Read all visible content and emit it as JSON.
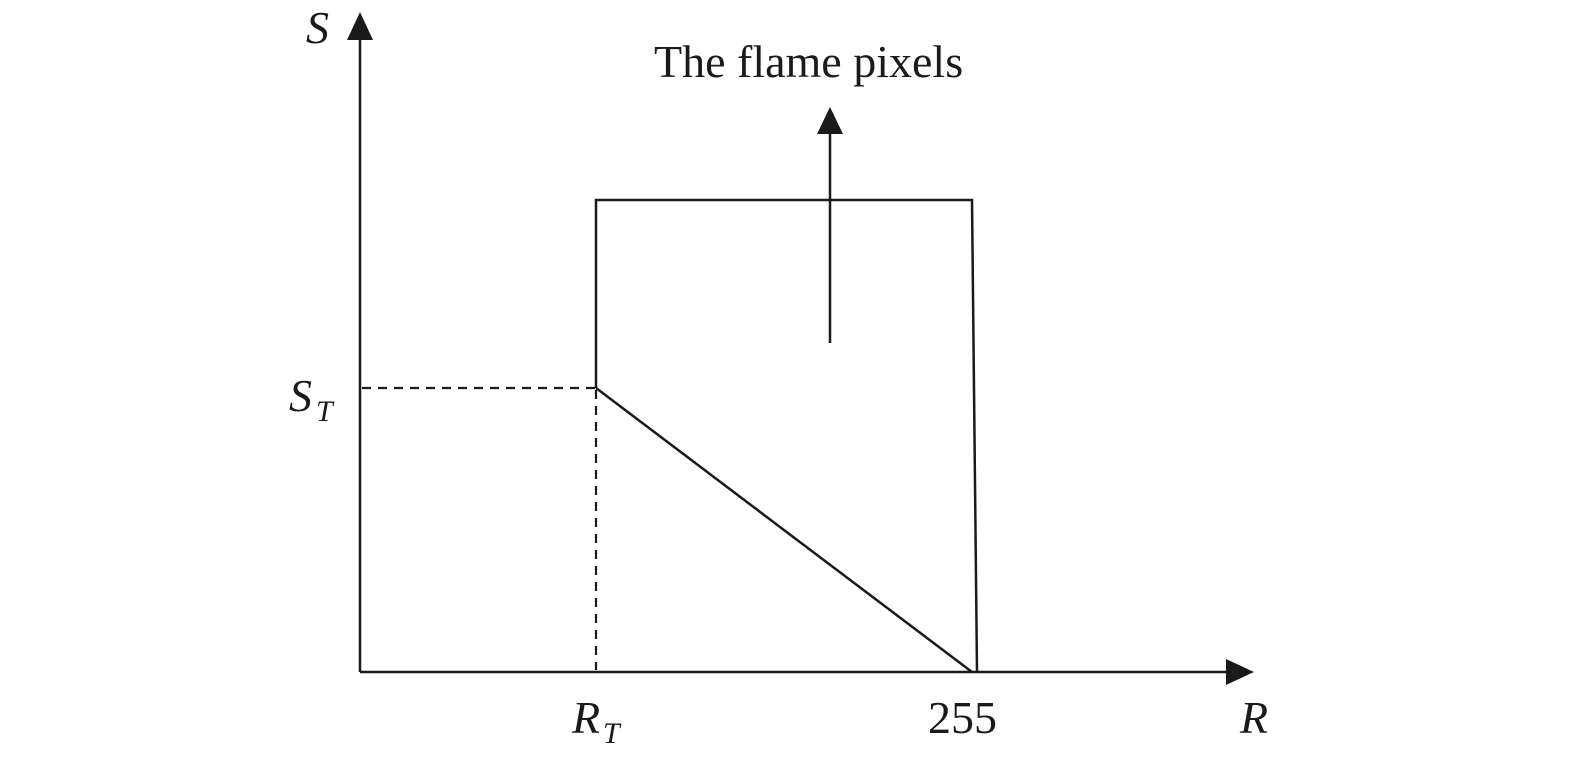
{
  "axes": {
    "y_label": "S",
    "x_label": "R"
  },
  "threshold_s": {
    "main": "S",
    "sub": "T"
  },
  "threshold_r": {
    "main": "R",
    "sub": "T"
  },
  "x_max_tick": "255",
  "annotation": "The flame pixels",
  "colors": {
    "stroke": "#1a1a1a",
    "background": "#ffffff"
  }
}
